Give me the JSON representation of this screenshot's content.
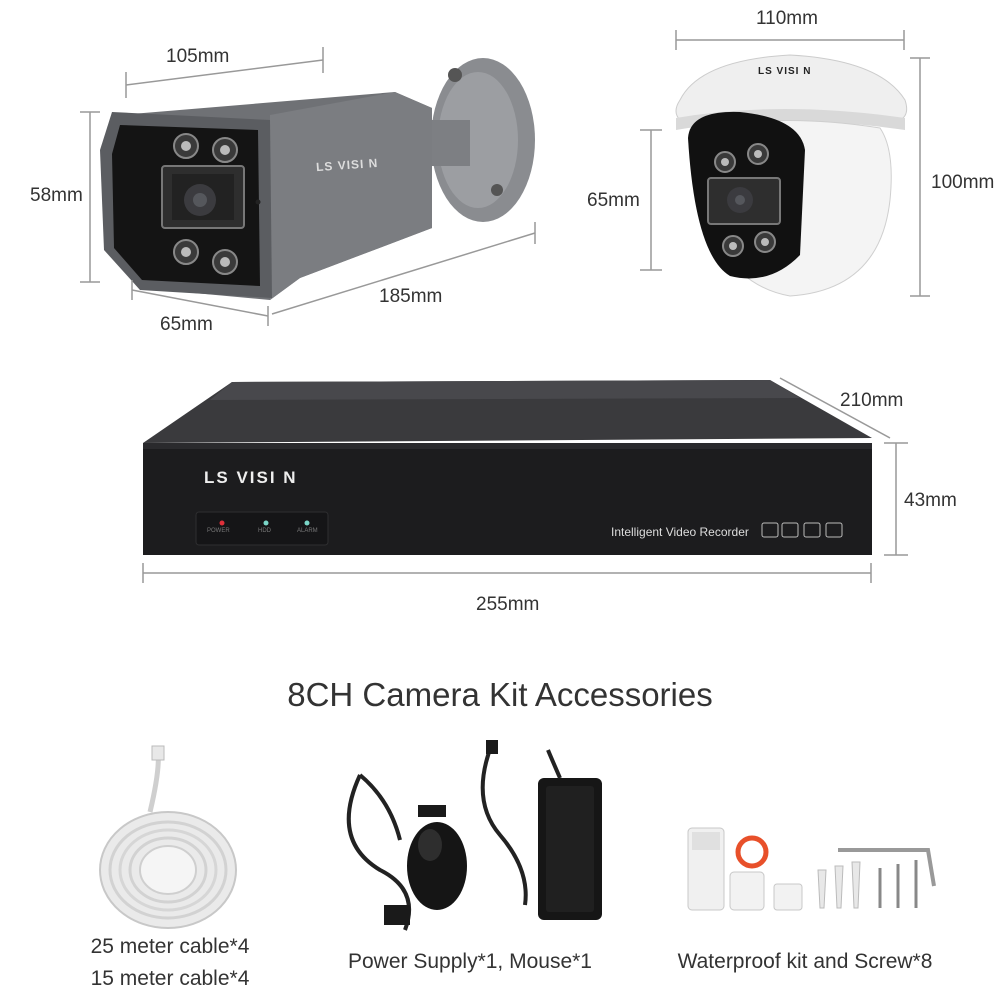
{
  "brand": {
    "bullet_logo": "LS VISI N",
    "dome_logo": "LS VISI N",
    "nvr_logo": "LS VISI N"
  },
  "bullet_camera": {
    "width_label": "105mm",
    "height_label": "58mm",
    "depth_label": "65mm",
    "length_label": "185mm"
  },
  "dome_camera": {
    "width_label": "110mm",
    "lens_height_label": "65mm",
    "height_label": "100mm"
  },
  "nvr": {
    "depth_label": "210mm",
    "height_label": "43mm",
    "width_label": "255mm",
    "product_text": "Intelligent Video Recorder",
    "indicators": [
      "POWER",
      "HDD",
      "ALARM"
    ]
  },
  "accessories": {
    "title": "8CH Camera Kit Accessories",
    "items": [
      {
        "lines": [
          "25 meter cable*4",
          "15 meter cable*4"
        ]
      },
      {
        "lines": [
          "Power Supply*1, Mouse*1"
        ]
      },
      {
        "lines": [
          "Waterproof kit and Screw*8"
        ]
      }
    ]
  },
  "colors": {
    "bullet_body": "#6f7175",
    "nvr_body": "#1c1c1e",
    "dome_body": "#f4f4f4",
    "logo_red": "#c8202a",
    "gasket_orange": "#e8502a"
  }
}
